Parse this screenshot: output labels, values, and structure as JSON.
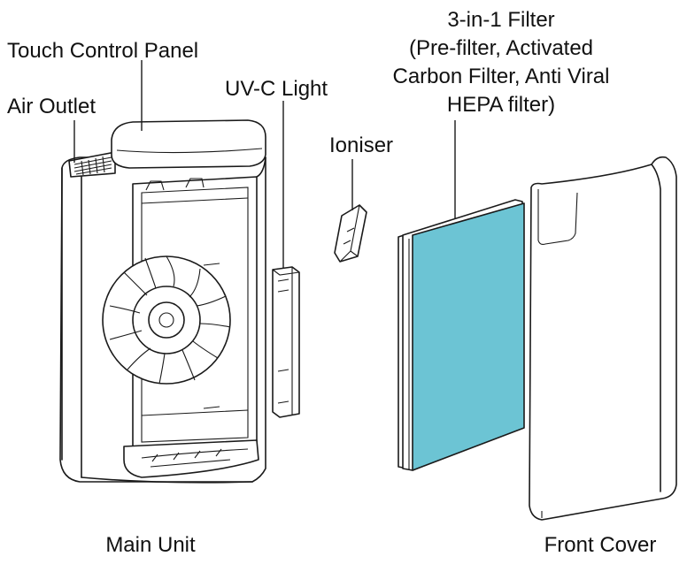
{
  "labels": {
    "touch_control_panel": "Touch Control Panel",
    "air_outlet": "Air Outlet",
    "uvc_light": "UV-C Light",
    "ioniser": "Ioniser",
    "filter_line1": "3-in-1 Filter",
    "filter_line2": "(Pre-filter, Activated",
    "filter_line3": "Carbon Filter, Anti Viral",
    "filter_line4": "HEPA filter)",
    "main_unit": "Main Unit",
    "front_cover": "Front Cover"
  },
  "colors": {
    "filter_face": "#6cc4d4",
    "line": "#1a1a1a",
    "background": "#ffffff"
  }
}
